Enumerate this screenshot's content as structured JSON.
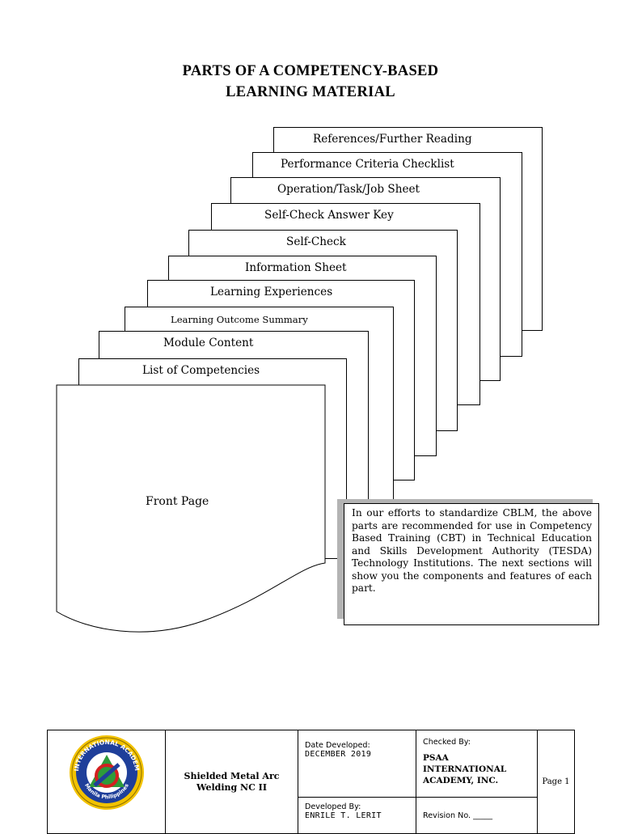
{
  "title": {
    "line1": "PARTS OF A COMPETENCY-BASED",
    "line2": "LEARNING MATERIAL"
  },
  "sheets": [
    "References/Further Reading",
    "Performance Criteria Checklist",
    "Operation/Task/Job Sheet",
    "Self-Check Answer Key",
    "Self-Check",
    "Information Sheet",
    "Learning Experiences",
    "Learning Outcome Summary",
    "Module Content",
    "List of Competencies"
  ],
  "front_page_label": "Front Page",
  "note": "In our efforts to standardize CBLM, the above parts are recommended for use in Competency Based Training (CBT) in Technical Education and Skills Development Authority (TESDA) Technology Institutions. The next sections will show you the components and features of each part.",
  "footer": {
    "logo_text_top": "PSAA INTERNATIONAL ACADEMY INC.",
    "logo_text_bottom": "Manila Philippines",
    "module_title": "Shielded Metal Arc Welding NC II",
    "date_developed_label": "Date Developed:",
    "date_developed_value": "DECEMBER 2019",
    "developed_by_label": "Developed By:",
    "developed_by_value": "ENRILE T. LERIT",
    "checked_by_label": "Checked By:",
    "checked_by_value": "PSAA INTERNATIONAL ACADEMY, INC.",
    "revision_label": "Revision No. _____",
    "page_label": "Page 1"
  }
}
